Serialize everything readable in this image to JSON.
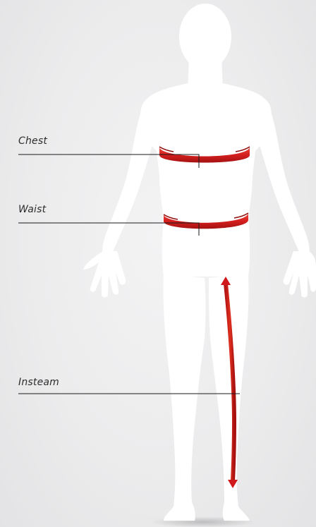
{
  "measurements": {
    "chest": "Chest",
    "waist": "Waist",
    "insteam": "Insteam"
  },
  "colors": {
    "background": "#ececed",
    "body": "#ffffff",
    "tape": "#d71f1f",
    "leader_line": "#1a1a1a",
    "label_text": "#2d2d2d"
  }
}
